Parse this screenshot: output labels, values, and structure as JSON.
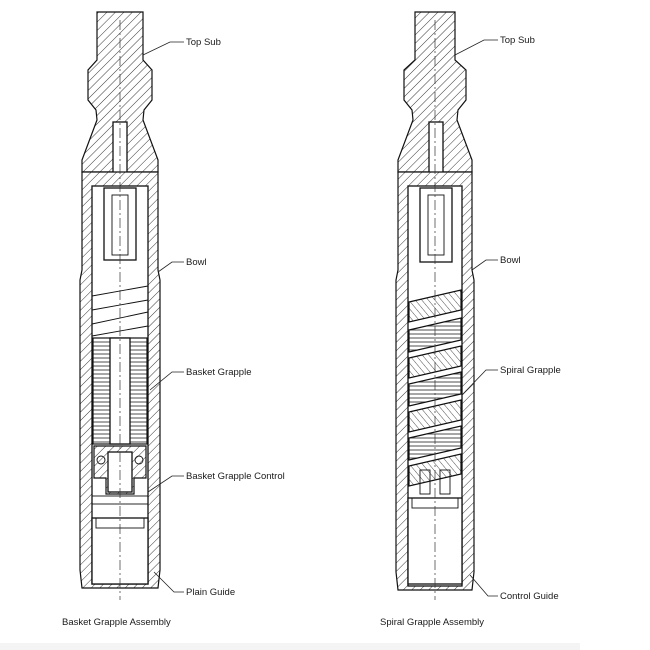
{
  "left_assembly": {
    "caption": "Basket Grapple Assembly",
    "labels": {
      "top_sub": "Top Sub",
      "bowl": "Bowl",
      "grapple": "Basket Grapple",
      "control": "Basket Grapple Control",
      "guide": "Plain Guide"
    }
  },
  "right_assembly": {
    "caption": "Spiral Grapple Assembly",
    "labels": {
      "top_sub": "Top Sub",
      "bowl": "Bowl",
      "grapple": "Spiral Grapple",
      "guide": "Control Guide"
    }
  },
  "colors": {
    "line": "#111111",
    "background": "#ffffff",
    "footer_strip": "#f4f4f4"
  }
}
